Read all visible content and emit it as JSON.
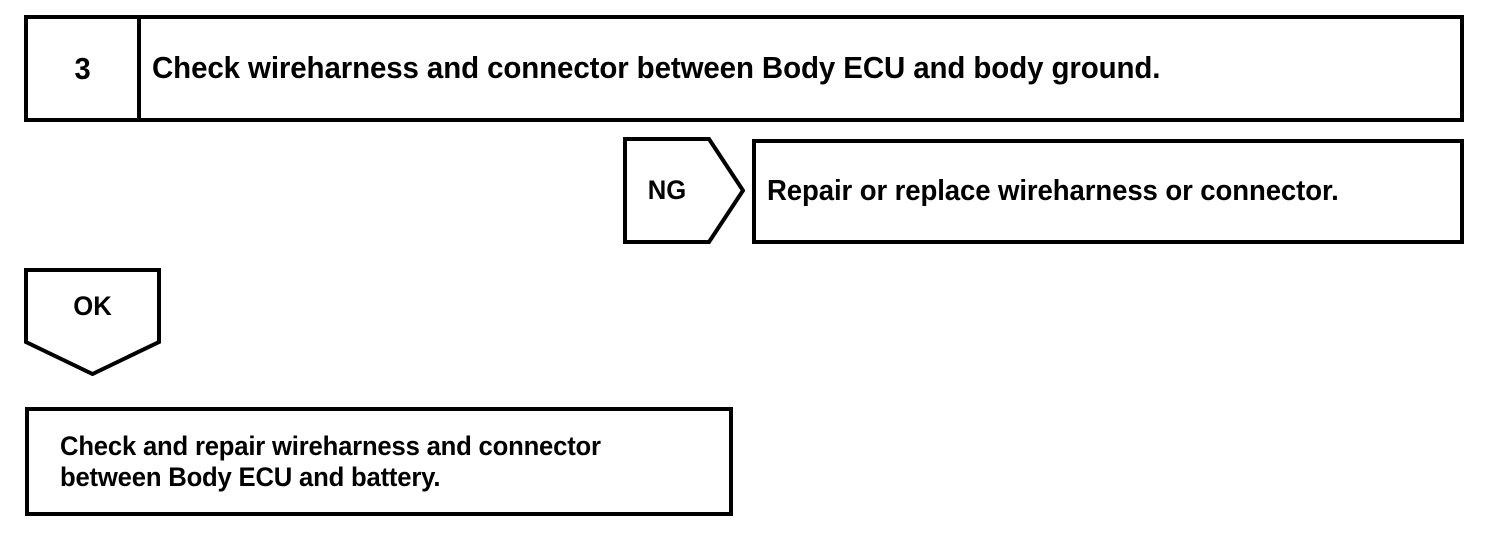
{
  "document": {
    "type": "troubleshooting-flowchart",
    "background_color": "#ffffff",
    "line_color": "#000000"
  },
  "step": {
    "number": "3",
    "instruction": "Check wireharness and connector between Body ECU and body ground."
  },
  "branches": {
    "ng": {
      "label": "NG",
      "result": "Repair or replace wireharness or connector."
    },
    "ok": {
      "label": "OK",
      "result_line_1": "Check and repair wireharness and connector",
      "result_line_2": "between Body ECU and battery."
    }
  }
}
